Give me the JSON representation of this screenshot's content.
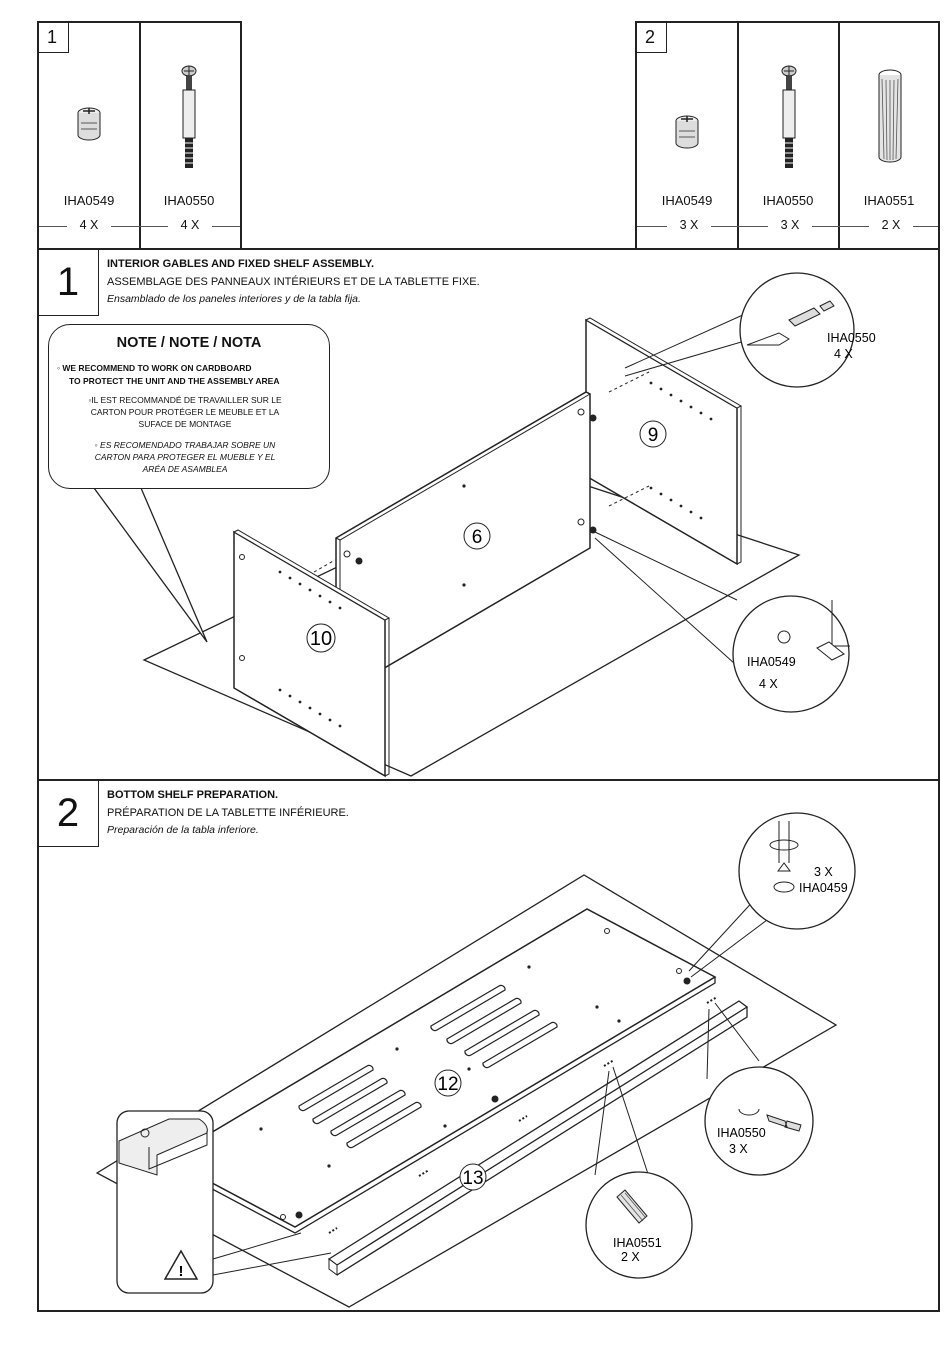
{
  "kit1": {
    "index": "1",
    "parts": [
      {
        "code": "IHA0549",
        "qty": "4 X",
        "icon": "cam-lock-icon"
      },
      {
        "code": "IHA0550",
        "qty": "4 X",
        "icon": "cam-bolt-icon"
      }
    ]
  },
  "kit2": {
    "index": "2",
    "parts": [
      {
        "code": "IHA0549",
        "qty": "3 X",
        "icon": "cam-lock-icon"
      },
      {
        "code": "IHA0550",
        "qty": "3 X",
        "icon": "cam-bolt-icon"
      },
      {
        "code": "IHA0551",
        "qty": "2 X",
        "icon": "wood-dowel-icon"
      }
    ]
  },
  "step1": {
    "number": "1",
    "title_en": "INTERIOR GABLES AND FIXED SHELF ASSEMBLY.",
    "title_fr": "ASSEMBLAGE DES PANNEAUX INTÉRIEURS ET DE LA TABLETTE FIXE.",
    "title_es": "Ensamblado de los paneles interiores y de la tabla fija.",
    "note": {
      "title": "NOTE / NOTE / NOTA",
      "en_line1": "◦ WE RECOMMEND TO WORK ON CARDBOARD",
      "en_line2": "TO PROTECT THE UNIT AND THE ASSEMBLY AREA",
      "fr_line1": "◦IL EST RECOMMANDÉ DE TRAVAILLER SUR LE",
      "fr_line2": "CARTON POUR PROTÉGER LE MEUBLE ET LA",
      "fr_line3": "SUFACE DE MONTAGE",
      "es_line1": "◦ ES RECOMENDADO TRABAJAR SOBRE UN",
      "es_line2": "CARTON PARA PROTEGER EL MUEBLE Y EL",
      "es_line3": "ARÉA DE ASAMBLEA"
    },
    "labels": {
      "panel_left": "10",
      "panel_middle": "6",
      "panel_right": "9"
    },
    "callout_bolt": {
      "code": "IHA0550",
      "qty": "4 X"
    },
    "callout_cam": {
      "code": "IHA0549",
      "qty": "4 X"
    }
  },
  "step2": {
    "number": "2",
    "title_en": "BOTTOM SHELF PREPARATION.",
    "title_fr": "PRÉPARATION DE LA TABLETTE INFÉRIEURE.",
    "title_es": "Preparación de la tabla inferiore.",
    "labels": {
      "shelf": "12",
      "rail": "13"
    },
    "callout_cam": {
      "qty": "3 X",
      "code": "IHA0459"
    },
    "callout_bolt": {
      "code": "IHA0550",
      "qty": "3 X"
    },
    "callout_dowel": {
      "code": "IHA0551",
      "qty": "2 X"
    },
    "warning_symbol": "!"
  }
}
